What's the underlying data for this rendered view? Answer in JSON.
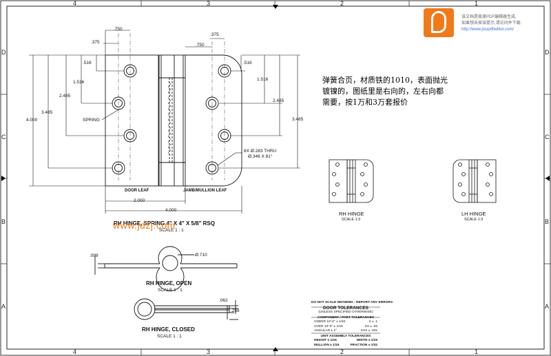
{
  "zones": {
    "columns": [
      "4",
      "3",
      "2",
      "1"
    ],
    "rows": [
      "D",
      "C",
      "B",
      "A"
    ]
  },
  "banner": {
    "line1": "该文档是极速PDF编辑器生成,",
    "line2": "如果想去掉该提示,请访问并下载:",
    "url": "http://www.jisupdfeditor.com/"
  },
  "note_cn": {
    "line1": "弹簧合页，材质铁的1010，表面抛光",
    "line2": "镀镍的，图纸里是右向的，左右向都",
    "line3": "需要，按1万和3万套报价"
  },
  "dims": {
    "d750a": ".750",
    "d375a": ".375",
    "d516a": ".516",
    "d1516a": "1.516",
    "d2485a": "2.485",
    "d3485a": "3.485",
    "d4000v": "4.000",
    "spring": "SPRING",
    "d375b": ".375",
    "d750b": ".750",
    "d516b": ".516",
    "d1516b": "1.516",
    "d2485b": "2.485",
    "d3485b": "3.485",
    "thru": "8X Ø.283 THRU",
    "csk": "Ø.346 X 81°",
    "d2000": "2.000",
    "d4000h": "4.000",
    "d098": ".098",
    "d710": "Ø.710",
    "d062": ".062",
    "d258": ".258"
  },
  "labels": {
    "door_leaf": "DOOR LEAF",
    "jamb_leaf": "JAMB/MULLION LEAF",
    "main_title": "RH HINGE, SPRING 4\" X 4\" X 5/8\" RSQ",
    "main_scale": "SCALE 1 : 1",
    "watermark": "www.jdzj.com",
    "rh_title": "RH HINGE",
    "rh_scale": "SCALE 1:3",
    "lh_title": "LH HINGE",
    "lh_scale": "SCALE 1:3",
    "open_title": "RH HINGE, OPEN",
    "open_scale": "SCALE 1 : 1",
    "closed_title": "RH HINGE, CLOSED",
    "closed_scale": "SCALE 1 : 1"
  },
  "tolerance": {
    "warning": "DO NOT SCALE DRAWING - REPORT ANY ERRORS",
    "title": "DOOR TOLERANCES",
    "subtitle": "(UNLESS SPECIFIED OTHERWISE)",
    "part_header": "COMPONENT / PART TOLERANCES",
    "r1a": "UNDER 10'-0\" ± 1/32",
    "r1b": ".X ± .1",
    "r2a": "OVER 10'-0\" ± 1/16",
    "r2b": ".XX ± .06",
    "r3a": "ANGULAR ± 1°",
    "r3b": ".XXX ± .031",
    "assy_header": "UNIT ASSEMBLY TOLERANCES",
    "r4a": "HEIGHT ± 1/16",
    "r4b": "WIDTH ± 1/16",
    "r5a": "MULLION ± 1/16",
    "r5b": "FRACTION ± 1/32"
  }
}
